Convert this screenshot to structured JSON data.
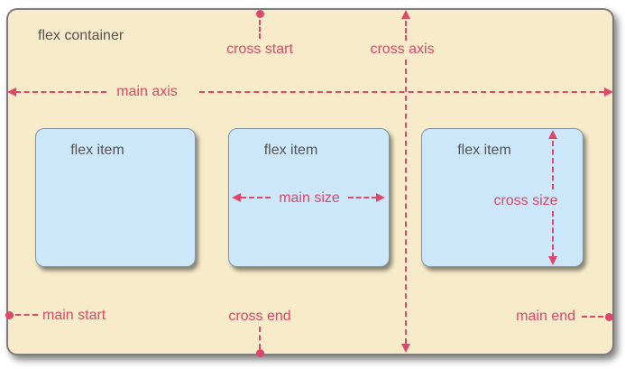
{
  "colors": {
    "page_bg": "#ffffff",
    "container_bg": "#f7ebc9",
    "container_border": "#7d7d7d",
    "item_bg": "#cbe7f9",
    "item_border": "#7f95a6",
    "accent": "#dd4769",
    "text_gray": "#555555"
  },
  "container": {
    "label": "flex container"
  },
  "items": [
    {
      "label": "flex item"
    },
    {
      "label": "flex item"
    },
    {
      "label": "flex item"
    }
  ],
  "annotations": {
    "main_axis": "main axis",
    "cross_axis": "cross axis",
    "cross_start": "cross start",
    "cross_end": "cross end",
    "main_start": "main start",
    "main_end": "main end",
    "main_size": "main size",
    "cross_size": "cross size"
  }
}
